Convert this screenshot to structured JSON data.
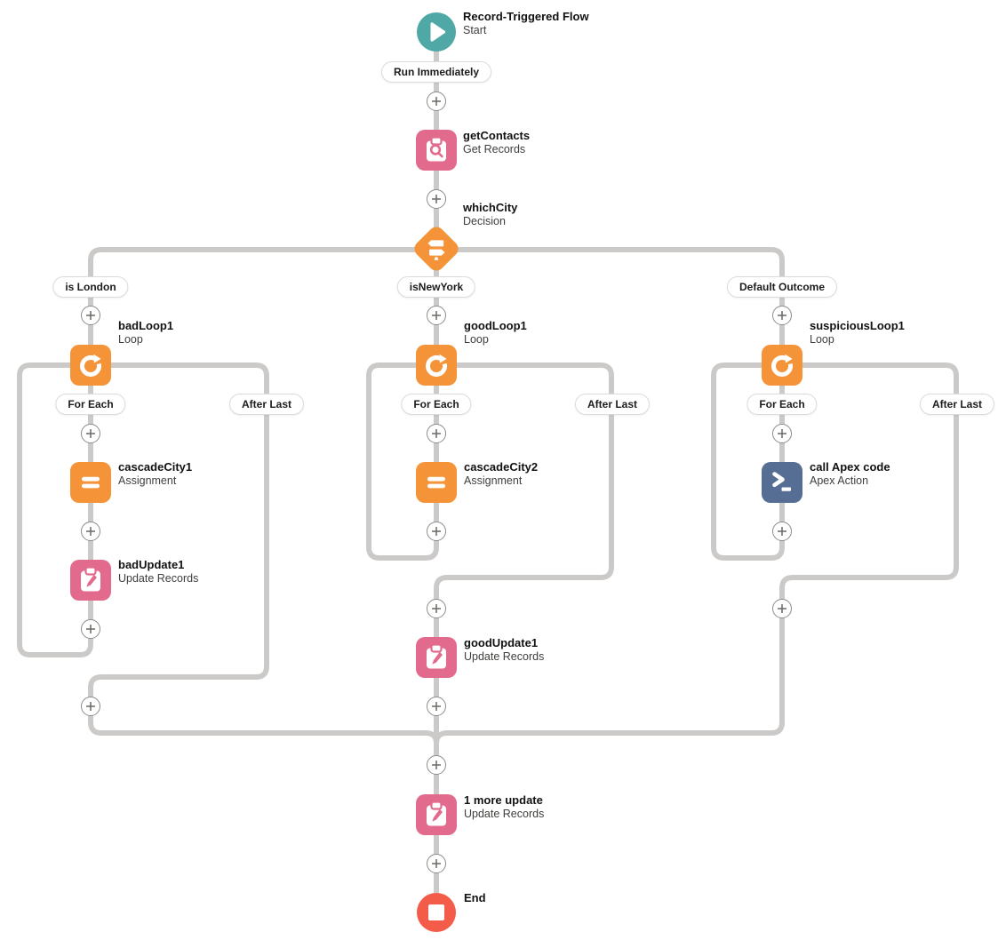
{
  "flow": {
    "start": {
      "title": "Record-Triggered Flow",
      "subtitle": "Start",
      "schedule_badge": "Run Immediately"
    },
    "elements": {
      "get_contacts": {
        "name": "getContacts",
        "type": "Get Records"
      },
      "which_city": {
        "name": "whichCity",
        "type": "Decision"
      },
      "bad_loop": {
        "name": "badLoop1",
        "type": "Loop"
      },
      "good_loop": {
        "name": "goodLoop1",
        "type": "Loop"
      },
      "suspicious_loop": {
        "name": "suspiciousLoop1",
        "type": "Loop"
      },
      "cascade_city1": {
        "name": "cascadeCity1",
        "type": "Assignment"
      },
      "cascade_city2": {
        "name": "cascadeCity2",
        "type": "Assignment"
      },
      "call_apex": {
        "name": "call Apex code",
        "type": "Apex Action"
      },
      "bad_update": {
        "name": "badUpdate1",
        "type": "Update Records"
      },
      "good_update": {
        "name": "goodUpdate1",
        "type": "Update Records"
      },
      "one_more_update": {
        "name": "1 more update",
        "type": "Update Records"
      },
      "end": {
        "name": "End"
      }
    },
    "connector_labels": {
      "is_london": "is London",
      "is_new_york": "isNewYork",
      "default_outcome": "Default Outcome",
      "for_each": "For Each",
      "after_last": "After Last"
    },
    "colors": {
      "start_teal": "#4fa8a5",
      "data_pink": "#e26a8d",
      "logic_orange": "#f49338",
      "apex_blue": "#566d94",
      "end_red": "#f25c49",
      "connector_gray": "#cccac8"
    }
  }
}
